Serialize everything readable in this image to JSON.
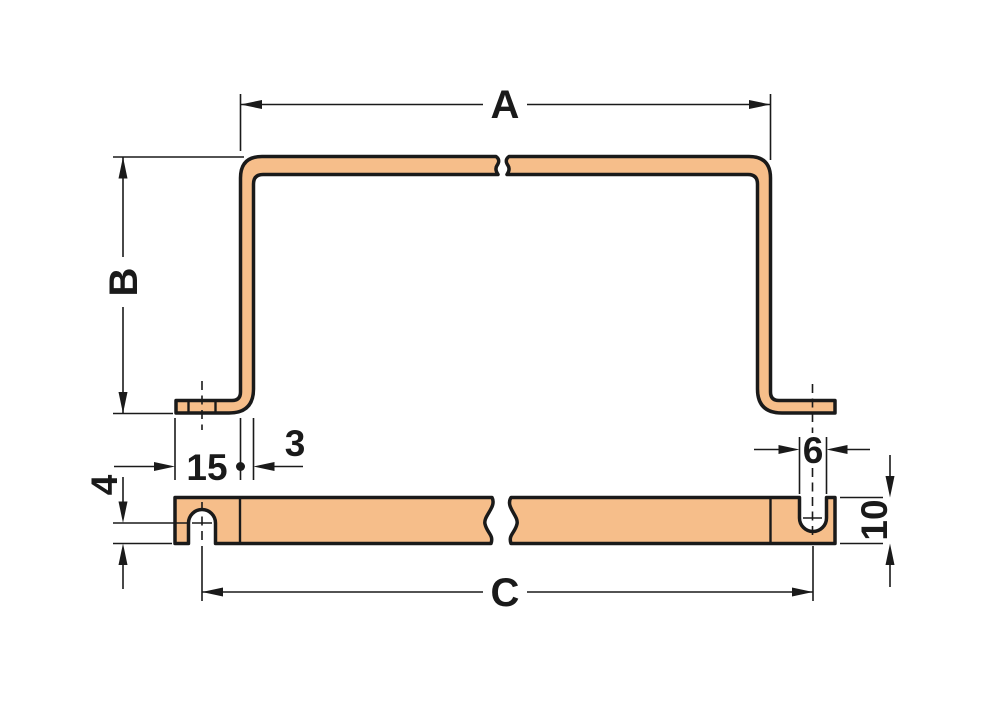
{
  "diagram": {
    "type": "technical-drawing",
    "subject": "copper strap bracket (jumper bar) with slotted mounting feet, shown in front view and plan view with break lines",
    "front_view": {
      "name": "front-view",
      "dim_overall_width": "A",
      "dim_height": "B",
      "dim_foot_length": "15",
      "dim_material_thickness": "3"
    },
    "plan_view": {
      "name": "plan-view",
      "dim_slot_center_distance": "C",
      "dim_slot_center_to_edge": "4",
      "dim_slot_width": "6",
      "dim_strip_width": "10"
    },
    "colors": {
      "copper": "#F6BE8A",
      "line": "#1A1A1A",
      "background": "#FFFFFF"
    }
  }
}
